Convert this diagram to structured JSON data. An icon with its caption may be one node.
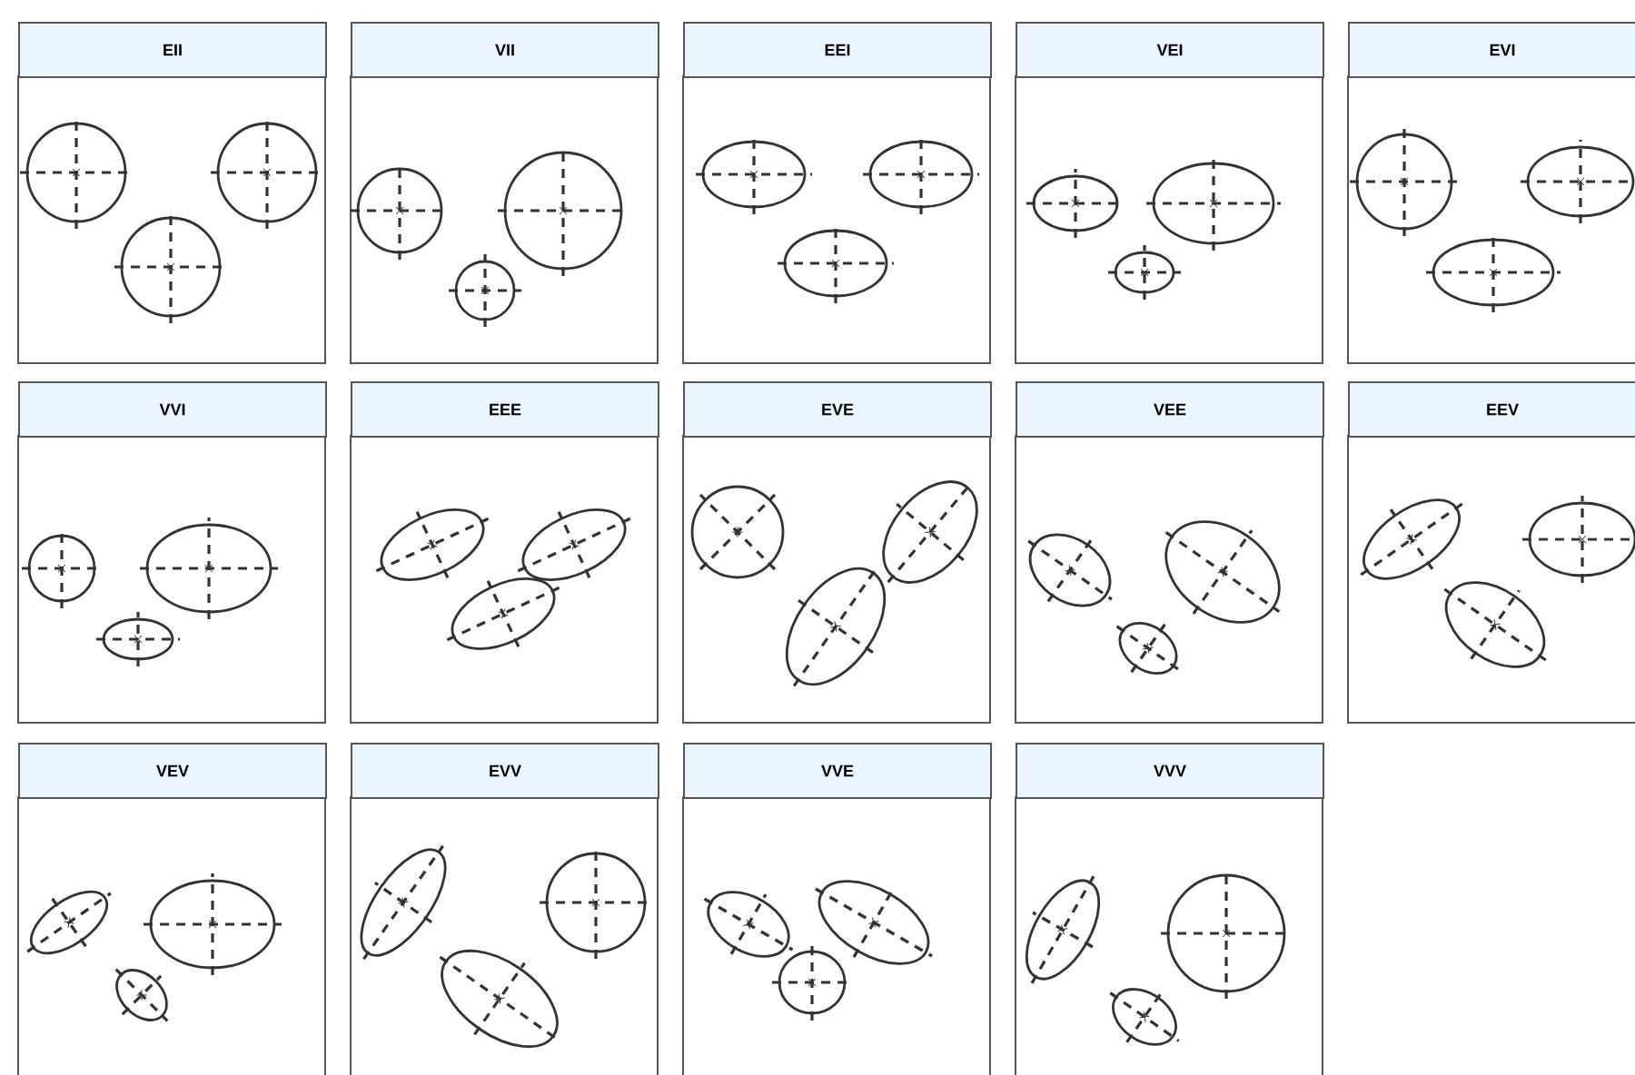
{
  "diagram": {
    "nodes": [
      {
        "text": [
          "EII"
        ]
      },
      {
        "text": [
          "VII"
        ]
      },
      {
        "text": [
          "EEI"
        ]
      },
      {
        "text": [
          "VEI"
        ]
      },
      {
        "text": [
          "EVI"
        ]
      },
      {
        "text": [
          "VVI"
        ]
      },
      {
        "text": [
          "EEE"
        ]
      },
      {
        "text": [
          "EVE"
        ]
      },
      {
        "text": [
          "VEE"
        ]
      },
      {
        "text": [
          "EEV"
        ]
      },
      {
        "text": [
          "VEV"
        ]
      },
      {
        "text": [
          "EVV"
        ]
      },
      {
        "text": [
          "VVE"
        ]
      },
      {
        "text": [
          "VVV"
        ]
      }
    ]
  }
}
